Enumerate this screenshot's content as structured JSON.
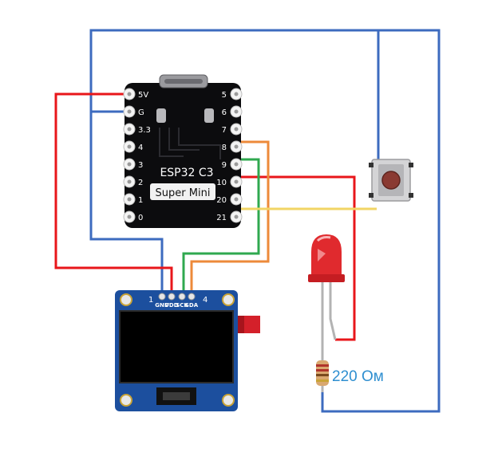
{
  "board": {
    "chip_label": "ESP32 C3",
    "name_label": "Super Mini",
    "left_pins": [
      "5V",
      "G",
      "3.3",
      "4",
      "3",
      "2",
      "1",
      "0"
    ],
    "right_pins": [
      "5",
      "6",
      "7",
      "8",
      "9",
      "10",
      "20",
      "21"
    ]
  },
  "oled": {
    "pin_labels": [
      "GND",
      "VDD",
      "SCK",
      "SDA"
    ],
    "marker_left": "1",
    "marker_right": "4"
  },
  "resistor": {
    "label": "220 Ом"
  },
  "colors": {
    "power": "#e8161a",
    "ground": "#3d6bbf",
    "scl": "#ed8a3a",
    "sda": "#2fa84f",
    "button": "#f2d565",
    "resistor_label": "#2f8fd0"
  }
}
